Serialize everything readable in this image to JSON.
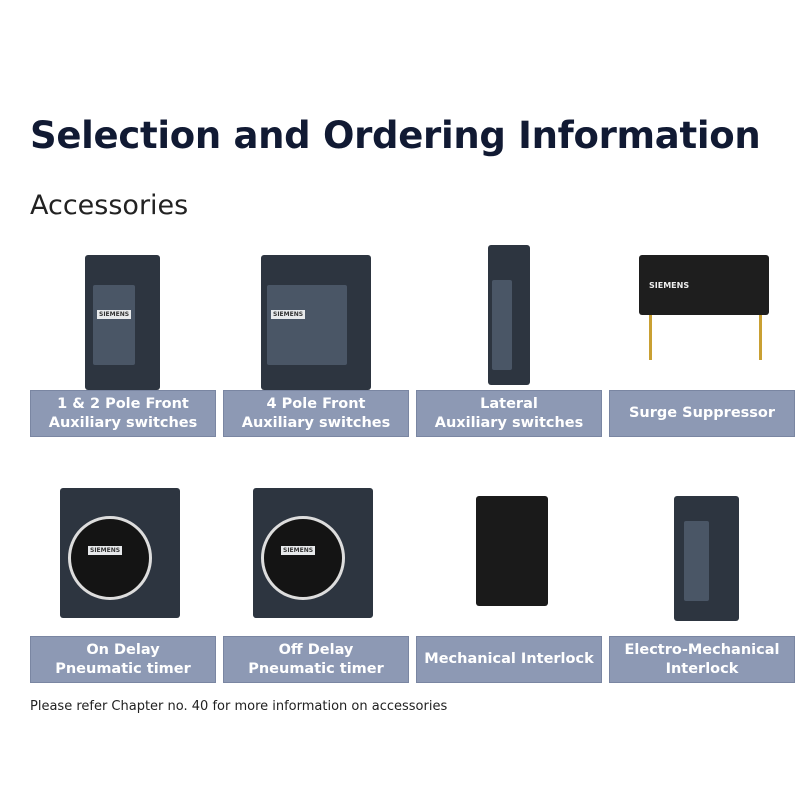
{
  "title": "Selection and Ordering Information",
  "subtitle": "Accessories",
  "items": [
    {
      "line1": "1 & 2 Pole Front",
      "line2": "Auxiliary switches",
      "icon": "front-aux-switch-2pole",
      "logo": "SIEMENS"
    },
    {
      "line1": "4 Pole Front",
      "line2": "Auxiliary switches",
      "icon": "front-aux-switch-4pole",
      "logo": "SIEMENS"
    },
    {
      "line1": "Lateral",
      "line2": "Auxiliary switches",
      "icon": "lateral-aux-switch"
    },
    {
      "line1": "Surge Suppressor",
      "line2": "",
      "icon": "surge-suppressor",
      "logo": "SIEMENS"
    },
    {
      "line1": "On Delay",
      "line2": "Pneumatic timer",
      "icon": "on-delay-timer",
      "logo": "SIEMENS"
    },
    {
      "line1": "Off Delay",
      "line2": "Pneumatic timer",
      "icon": "off-delay-timer",
      "logo": "SIEMENS"
    },
    {
      "line1": "Mechanical Interlock",
      "line2": "",
      "icon": "mechanical-interlock"
    },
    {
      "line1": "Electro-Mechanical",
      "line2": "Interlock",
      "icon": "electro-mechanical-interlock"
    }
  ],
  "note": "Please refer Chapter no. 40 for more information on accessories"
}
